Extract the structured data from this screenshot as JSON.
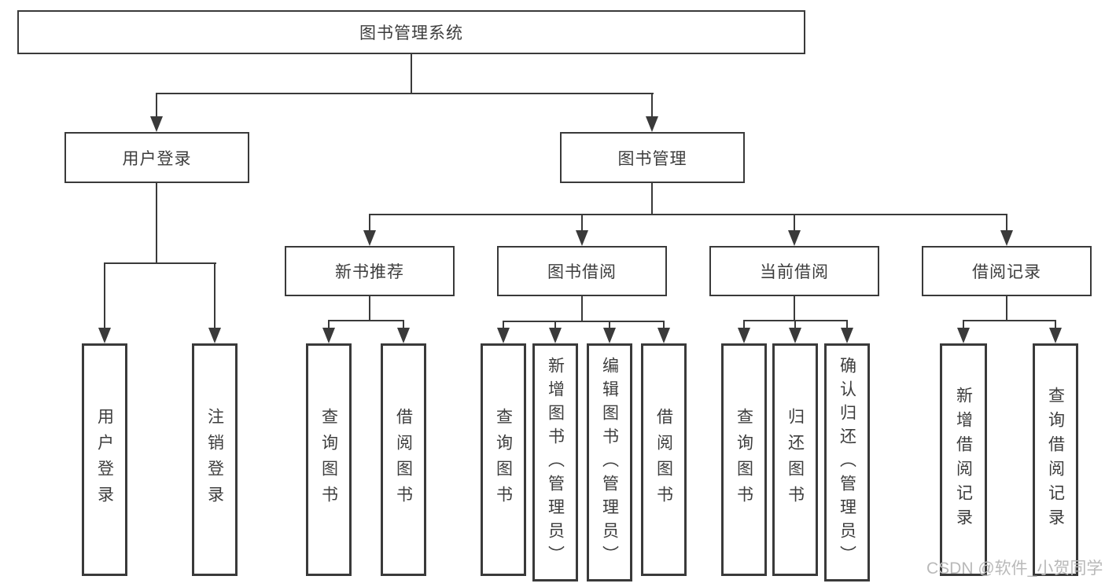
{
  "diagram_type": "hierarchy-tree",
  "tree": {
    "root": {
      "label": "图书管理系统",
      "children": [
        {
          "label": "用户登录",
          "children": [
            {
              "label": "用户登录"
            },
            {
              "label": "注销登录"
            }
          ]
        },
        {
          "label": "图书管理",
          "children": [
            {
              "label": "新书推荐",
              "children": [
                {
                  "label": "查询图书"
                },
                {
                  "label": "借阅图书"
                }
              ]
            },
            {
              "label": "图书借阅",
              "children": [
                {
                  "label": "查询图书"
                },
                {
                  "label": "新增图书（管理员）"
                },
                {
                  "label": "编辑图书（管理员）"
                },
                {
                  "label": "借阅图书"
                }
              ]
            },
            {
              "label": "当前借阅",
              "children": [
                {
                  "label": "查询图书"
                },
                {
                  "label": "归还图书"
                },
                {
                  "label": "确认归还（管理员）"
                }
              ]
            },
            {
              "label": "借阅记录",
              "children": [
                {
                  "label": "新增借阅记录"
                },
                {
                  "label": "查询借阅记录"
                }
              ]
            }
          ]
        }
      ]
    }
  },
  "watermark": {
    "text": "CSDN @软件_小贺同学"
  },
  "colors": {
    "line": "#3a3a3a",
    "text": "#3d3d3d",
    "watermark": "#b9b9b9",
    "background": "#ffffff"
  }
}
